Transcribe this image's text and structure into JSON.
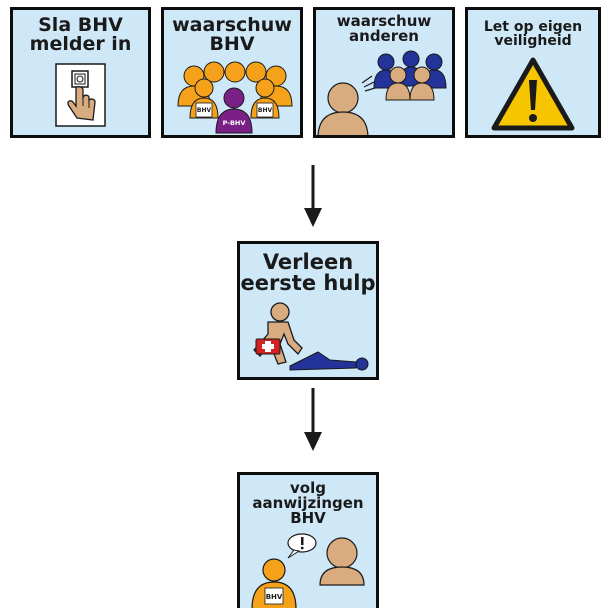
{
  "colors": {
    "card_fill": "#cfe8f8",
    "border": "#0d0d0d",
    "skin": "#d9ac80",
    "orange": "#f5a21a",
    "navy": "#23339a",
    "purple": "#7a1f86",
    "warning_yellow": "#f7c400",
    "firstaid_red": "#d42222"
  },
  "cards": {
    "press_alarm": {
      "line1": "Sla BHV",
      "line2": "melder in",
      "icon": "alarm-button-hand-icon"
    },
    "warn_bhv": {
      "line1": "waarschuw",
      "line2": "BHV",
      "badge_left": "BHV",
      "badge_right": "BHV",
      "badge_center": "P-BHV",
      "icon": "bhv-team-icon"
    },
    "warn_others": {
      "line1": "waarschuw",
      "line2": "anderen",
      "icon": "person-shouting-icon"
    },
    "safety": {
      "line1": "Let op eigen",
      "line2": "veiligheid",
      "icon": "warning-triangle-icon"
    },
    "first_aid": {
      "line1": "Verleen",
      "line2": "eerste hulp",
      "icon": "first-aid-kit-icon"
    },
    "follow": {
      "line1": "volg",
      "line2": "aanwijzingen",
      "line3": "BHV",
      "badge": "BHV",
      "icon": "speech-bubble-icon"
    }
  }
}
